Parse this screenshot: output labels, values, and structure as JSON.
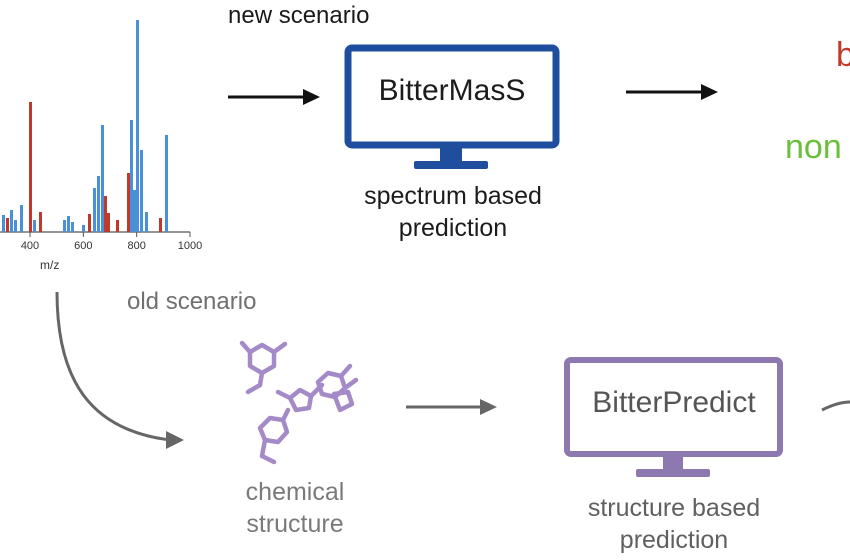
{
  "scenarios": {
    "new": "new scenario",
    "old": "old scenario"
  },
  "tools": {
    "new": {
      "name": "BitterMasS",
      "caption_line1": "spectrum based",
      "caption_line2": "prediction",
      "color": "#1f4e9e"
    },
    "old": {
      "name": "BitterPredict",
      "caption_line1": "structure based",
      "caption_line2": "prediction",
      "color": "#8e78b0"
    }
  },
  "chemical": {
    "line1": "chemical",
    "line2": "structure",
    "color": "#a58ac8"
  },
  "outputs": {
    "bitter": "b",
    "non_bitter": "non"
  },
  "spectrum": {
    "xlabel": "m/z",
    "xticks": [
      400,
      600,
      800,
      1000
    ],
    "colors": {
      "red": "#c0392b",
      "blue": "#4a90d9"
    }
  }
}
